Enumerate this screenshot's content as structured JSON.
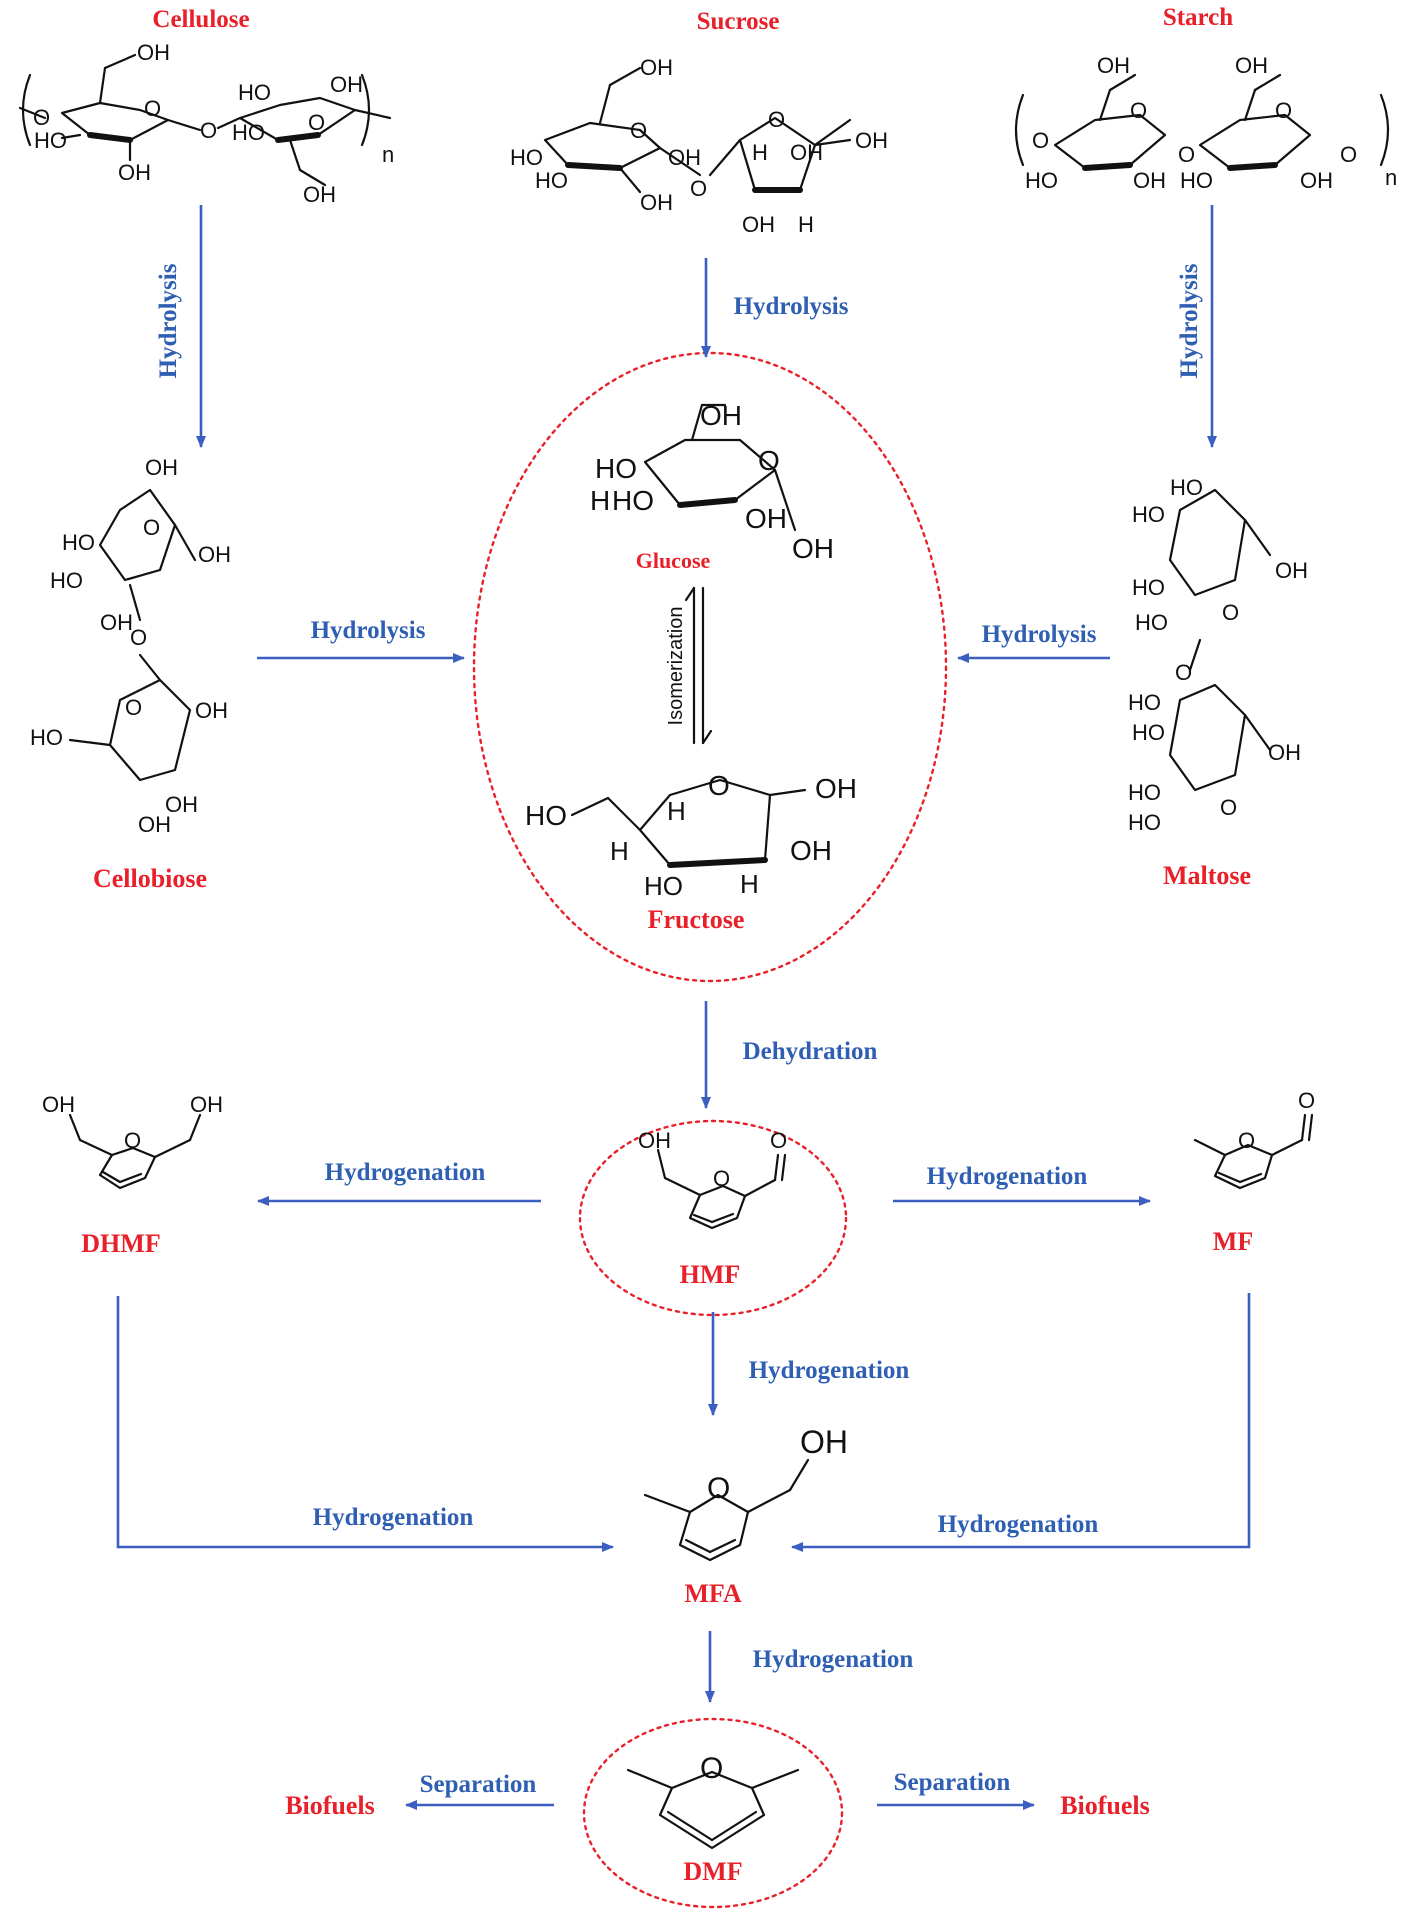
{
  "compounds": {
    "cellulose": "Cellulose",
    "sucrose": "Sucrose",
    "starch": "Starch",
    "cellobiose": "Cellobiose",
    "glucose": "Glucose",
    "fructose": "Fructose",
    "maltose": "Maltose",
    "dhmf": "DHMF",
    "hmf": "HMF",
    "mf": "MF",
    "mfa": "MFA",
    "dmf": "DMF",
    "biofuels_left": "Biofuels",
    "biofuels_right": "Biofuels"
  },
  "reactions": {
    "hydrolysis_cellulose": "Hydrolysis",
    "hydrolysis_sucrose": "Hydrolysis",
    "hydrolysis_starch": "Hydrolysis",
    "hydrolysis_cellobiose": "Hydrolysis",
    "hydrolysis_maltose": "Hydrolysis",
    "isomerization": "Isomerization",
    "dehydration": "Dehydration",
    "hydrogenation_dhmf": "Hydrogenation",
    "hydrogenation_mf": "Hydrogenation",
    "hydrogenation_hmf_mfa": "Hydrogenation",
    "hydrogenation_dhmf_mfa": "Hydrogenation",
    "hydrogenation_mf_mfa": "Hydrogenation",
    "hydrogenation_mfa_dmf": "Hydrogenation",
    "separation_left": "Separation",
    "separation_right": "Separation"
  },
  "atoms": {
    "oh": "OH",
    "ho": "HO",
    "o": "O",
    "h": "H",
    "n": "n"
  },
  "colors": {
    "compound_label": "#e8202a",
    "reaction_label": "#2f5fb3",
    "arrow": "#3a5fc0",
    "highlight_circle": "#e8202a"
  }
}
